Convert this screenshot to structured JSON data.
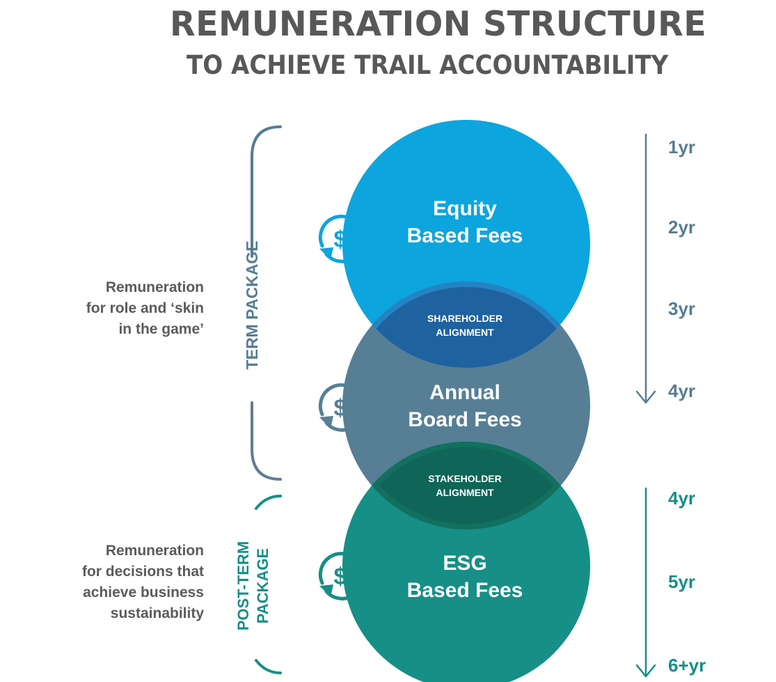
{
  "header": {
    "title": "REMUNERATION STRUCTURE",
    "subtitle": "TO ACHIEVE TRAIL ACCOUNTABILITY"
  },
  "colors": {
    "title_text": "#58585a",
    "equity_circle": "#0ca5dd",
    "annual_circle": "#567f95",
    "esg_circle": "#168f86",
    "shareholder_overlap": "#1f62a0",
    "shareholder_overlap_border": "#2483c4",
    "stakeholder_overlap": "#0f6557",
    "stakeholder_overlap_border": "#12705f",
    "term_accent": "#557d93",
    "post_term_accent": "#168e86",
    "side_text": "#5b5b5d"
  },
  "groups": [
    {
      "id": "term",
      "label": "TERM PACKAGE",
      "description": [
        "Remuneration",
        "for role and ‘skin",
        "in the game’"
      ],
      "timeline": [
        "1yr",
        "2yr",
        "3yr",
        "4yr"
      ]
    },
    {
      "id": "post-term",
      "label_lines": [
        "POST-TERM",
        "PACKAGE"
      ],
      "description": [
        "Remuneration",
        "for decisions that",
        "achieve business",
        "sustainability"
      ],
      "timeline": [
        "4yr",
        "5yr",
        "6+yr"
      ]
    }
  ],
  "circles": [
    {
      "id": "equity",
      "lines": [
        "Equity",
        "Based Fees"
      ],
      "icon": "money-cycle-icon"
    },
    {
      "id": "annual",
      "lines": [
        "Annual",
        "Board Fees"
      ],
      "icon": "money-cycle-icon"
    },
    {
      "id": "esg",
      "lines": [
        "ESG",
        "Based Fees"
      ],
      "icon": "money-cycle-icon"
    }
  ],
  "overlaps": [
    {
      "id": "shareholder",
      "lines": [
        "SHAREHOLDER",
        "ALIGNMENT"
      ]
    },
    {
      "id": "stakeholder",
      "lines": [
        "STAKEHOLDER",
        "ALIGNMENT"
      ]
    }
  ]
}
